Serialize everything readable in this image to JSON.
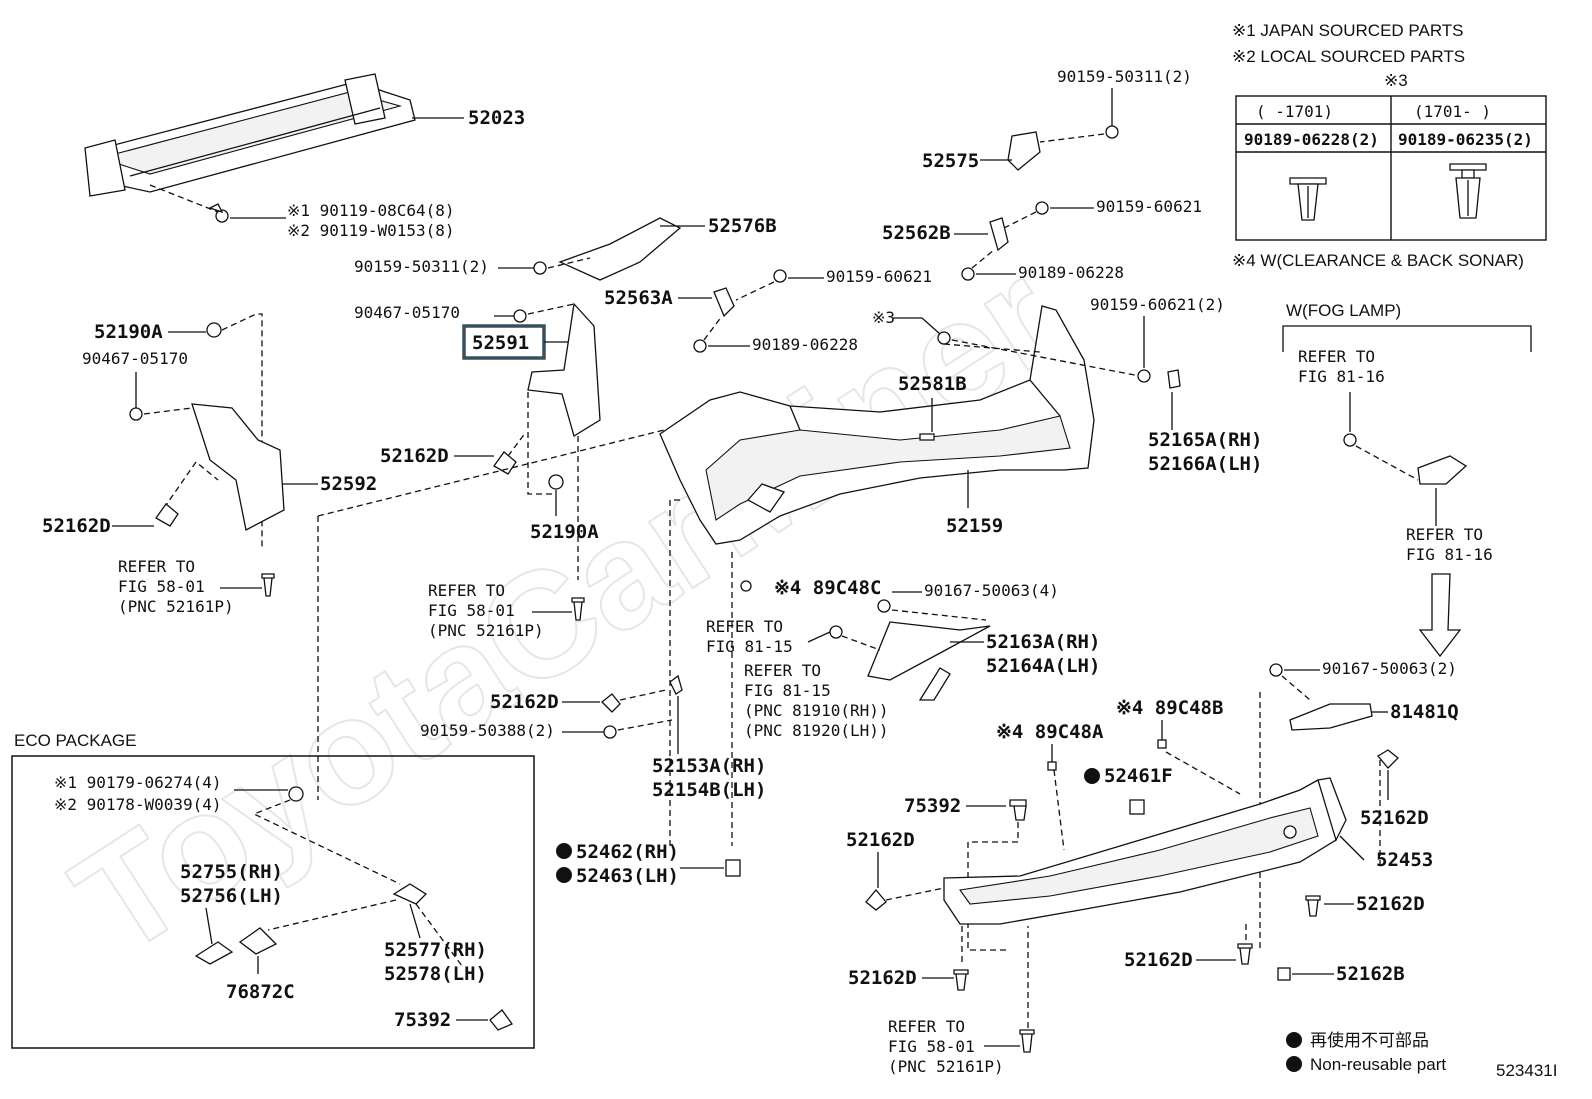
{
  "notes": {
    "n1": "※1  JAPAN SOURCED PARTS",
    "n2": "※2  LOCAL SOURCED PARTS",
    "n3": "※3",
    "n4": "※4  W(CLEARANCE & BACK SONAR)",
    "fog": "W(FOG LAMP)",
    "eco": "ECO PACKAGE",
    "legend_jp": "再使用不可部品",
    "legend_en": "Non-reusable part",
    "figure_id": "523431I"
  },
  "table": {
    "head_left": "(     -1701)",
    "head_right": "(1701-      )",
    "cell_left": "90189-06228(2)",
    "cell_right": "90189-06235(2)"
  },
  "highlight": {
    "part": "52591",
    "color": "#3a4f5c"
  },
  "watermark": "ToyotaCarMiner",
  "labels": {
    "p52023": "52023",
    "p90119a": "※1 90119-08C64(8)",
    "p90119b": "※2 90119-W0153(8)",
    "p90159_50311_top": "90159-50311(2)",
    "p52575": "52575",
    "p52576B": "52576B",
    "p90159_50311_mid": "90159-50311(2)",
    "p52562B": "52562B",
    "p90159_60621_a": "90159-60621",
    "p90189_06228_a": "90189-06228",
    "p52563A": "52563A",
    "p90159_60621_b": "90159-60621",
    "p90467_a": "90467-05170",
    "p52591": "52591",
    "p90189_06228_b": "90189-06228",
    "p52190A_a": "52190A",
    "p90467_b": "90467-05170",
    "n3_clip": "※3",
    "p90159_60621_2": "90159-60621(2)",
    "p52581B": "52581B",
    "p52165A": "52165A(RH)",
    "p52166A": "52166A(LH)",
    "p52162D_a": "52162D",
    "p52592": "52592",
    "p52162D_b": "52162D",
    "p52159": "52159",
    "p52190A_b": "52190A",
    "refer1_a": "REFER TO",
    "refer1_b": "FIG 58-01",
    "refer1_c": "(PNC 52161P)",
    "refer2_a": "REFER TO",
    "refer2_b": "FIG 58-01",
    "refer2_c": "(PNC 52161P)",
    "p89C48C": "※4 89C48C",
    "p90167_4": "90167-50063(4)",
    "refer3_a": "REFER TO",
    "refer3_b": "FIG 81-15",
    "p52163A": "52163A(RH)",
    "p52164A": "52164A(LH)",
    "refer4_a": "REFER TO",
    "refer4_b": "FIG 81-15",
    "refer4_c": "(PNC 81910(RH))",
    "refer4_d": "(PNC 81920(LH))",
    "p52162D_c": "52162D",
    "p90159_50388": "90159-50388(2)",
    "p52153A": "52153A(RH)",
    "p52154B": "52154B(LH)",
    "refer5_a": "REFER TO",
    "refer5_b": "FIG 81-16",
    "refer6_a": "REFER TO",
    "refer6_b": "FIG 81-16",
    "p90167_2": "90167-50063(2)",
    "p81481Q": "81481Q",
    "p89C48B": "※4 89C48B",
    "p89C48A": "※4 89C48A",
    "p52461F": "52461F",
    "p75392_a": "75392",
    "p52162D_d": "52162D",
    "p52162D_e": "52162D",
    "p52453": "52453",
    "p52162D_f": "52162D",
    "p52462": "52462(RH)",
    "p52463": "52463(LH)",
    "p52162D_g": "52162D",
    "p52162D_h": "52162D",
    "p52162B": "52162B",
    "refer7_a": "REFER TO",
    "refer7_b": "FIG 58-01",
    "refer7_c": "(PNC 52161P)",
    "eco_90179": "※1 90179-06274(4)",
    "eco_90178": "※2 90178-W0039(4)",
    "p52755": "52755(RH)",
    "p52756": "52756(LH)",
    "p52577": "52577(RH)",
    "p52578": "52578(LH)",
    "p76872C": "76872C",
    "p75392_b": "75392"
  }
}
